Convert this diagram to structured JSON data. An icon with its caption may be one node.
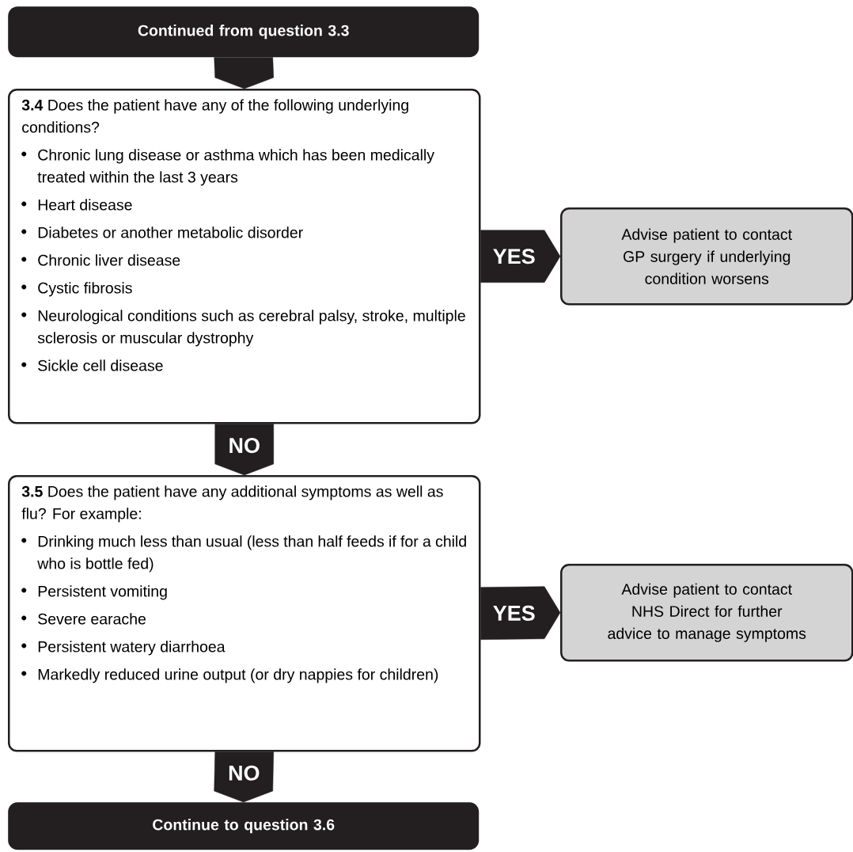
{
  "diagram": {
    "nodes": [
      {
        "text": [
          "Continued from question 3.3"
        ]
      },
      {
        "text": [
          "**3.4** Does the patient have any of the following underlying conditions?",
          "Chronic lung disease or asthma which has been medically treated within the last 3 years",
          "Heart disease",
          "Diabetes or another metabolic disorder",
          "Chronic liver disease",
          "Cystic fibrosis",
          "Neurological conditions such as cerebral palsy, stroke, multiple sclerosis or muscular dystrophy",
          "Sickle cell disease"
        ]
      },
      {
        "text": [
          "Advise patient to contact GP surgery if underlying condition worsens"
        ]
      },
      {
        "text": [
          "**3.5** Does the patient have any additional symptoms as well as flu? For example:",
          "Drinking much less than usual (less than half feeds if for a child who is bottle fed)",
          "Persistent vomiting",
          "Severe earache",
          "Persistent watery diarrhoea",
          "Markedly reduced urine output (or dry nappies for children)"
        ]
      },
      {
        "text": [
          "Advise patient to contact NHS Direct for further advice to manage symptoms"
        ]
      },
      {
        "text": [
          "Continue to question 3.6"
        ]
      }
    ],
    "edges": [
      {
        "from": 0,
        "to": 1,
        "arrow": "to"
      },
      {
        "from": 1,
        "to": 2,
        "arrow": "to",
        "label": "YES"
      },
      {
        "from": 1,
        "to": 3,
        "arrow": "to",
        "label": "NO"
      },
      {
        "from": 3,
        "to": 4,
        "arrow": "to",
        "label": "YES"
      },
      {
        "from": 3,
        "to": 5,
        "arrow": "to",
        "label": "NO"
      }
    ]
  }
}
